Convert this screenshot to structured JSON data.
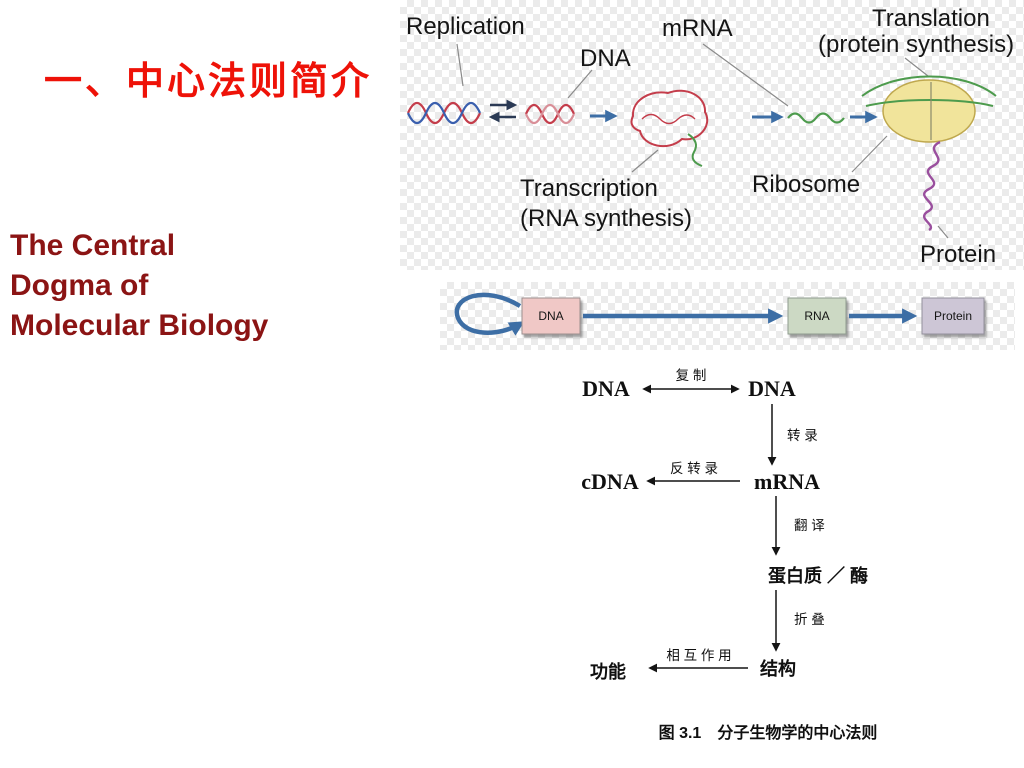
{
  "slide": {
    "title": "一、中心法则简介",
    "subtitle_lines": [
      "The Central",
      "Dogma of",
      "Molecular Biology"
    ],
    "colors": {
      "title_red": "#ee1208",
      "subtitle_maroon": "#8b1414",
      "arrow_blue": "#3d6ea5",
      "ribosome_yellow": "#f1e49b"
    }
  },
  "illustration": {
    "labels": {
      "replication": "Replication",
      "dna": "DNA",
      "mrna": "mRNA",
      "translation_line1": "Translation",
      "translation_line2": "(protein synthesis)",
      "transcription_line1": "Transcription",
      "transcription_line2": "(RNA synthesis)",
      "ribosome": "Ribosome",
      "protein": "Protein"
    }
  },
  "flow": {
    "dna": "DNA",
    "rna": "RNA",
    "protein": "Protein"
  },
  "dogma_chart": {
    "dna_left": "DNA",
    "replication": "复 制",
    "dna_right": "DNA",
    "transcription": "转 录",
    "cdna": "cDNA",
    "reverse_transcription": "反 转 录",
    "mrna": "mRNA",
    "translation": "翻 译",
    "protein_enzyme": "蛋白质 ／ 酶",
    "folding": "折 叠",
    "function": "功能",
    "interaction": "相 互 作 用",
    "structure": "结构",
    "caption": "图 3.1　分子生物学的中心法则"
  }
}
